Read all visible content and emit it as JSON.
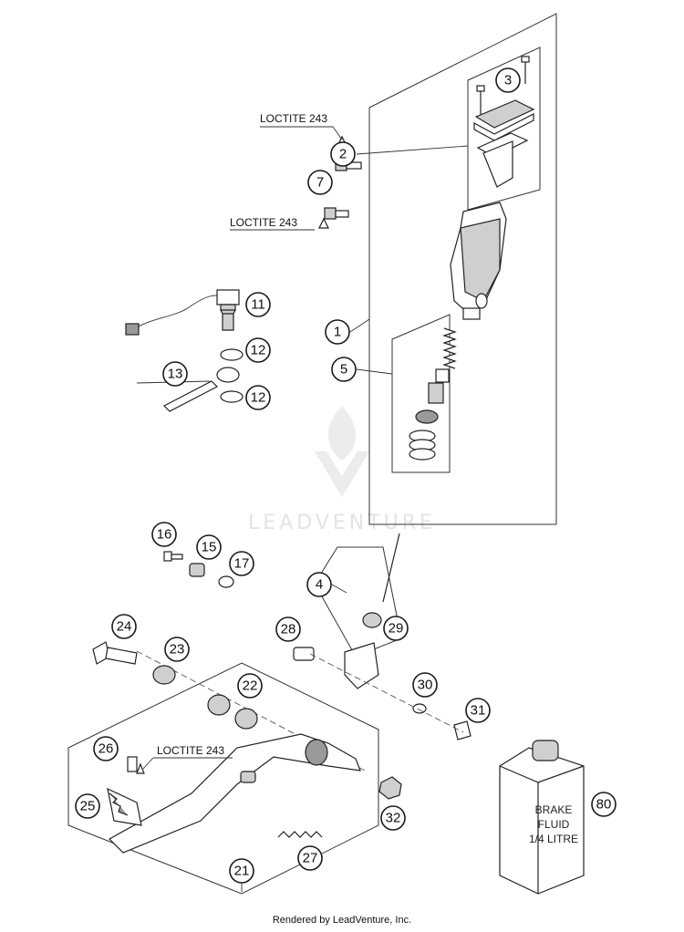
{
  "watermark": {
    "text": "LEADVENTURE"
  },
  "footer": {
    "credit": "Rendered by LeadVenture, Inc."
  },
  "notes": {
    "loctite": "LOCTITE 243"
  },
  "brake_fluid_can": {
    "lines": [
      "BRAKE",
      "FLUID",
      "1/4 LITRE"
    ]
  },
  "callouts": [
    "1",
    "2",
    "3",
    "4",
    "5",
    "7",
    "11",
    "12",
    "13",
    "15",
    "16",
    "17",
    "21",
    "22",
    "23",
    "24",
    "25",
    "26",
    "27",
    "28",
    "29",
    "30",
    "31",
    "32",
    "80"
  ],
  "colors": {
    "line": "#222222",
    "shade": "#9a9a9a",
    "watermark": "#e3e3e3"
  }
}
